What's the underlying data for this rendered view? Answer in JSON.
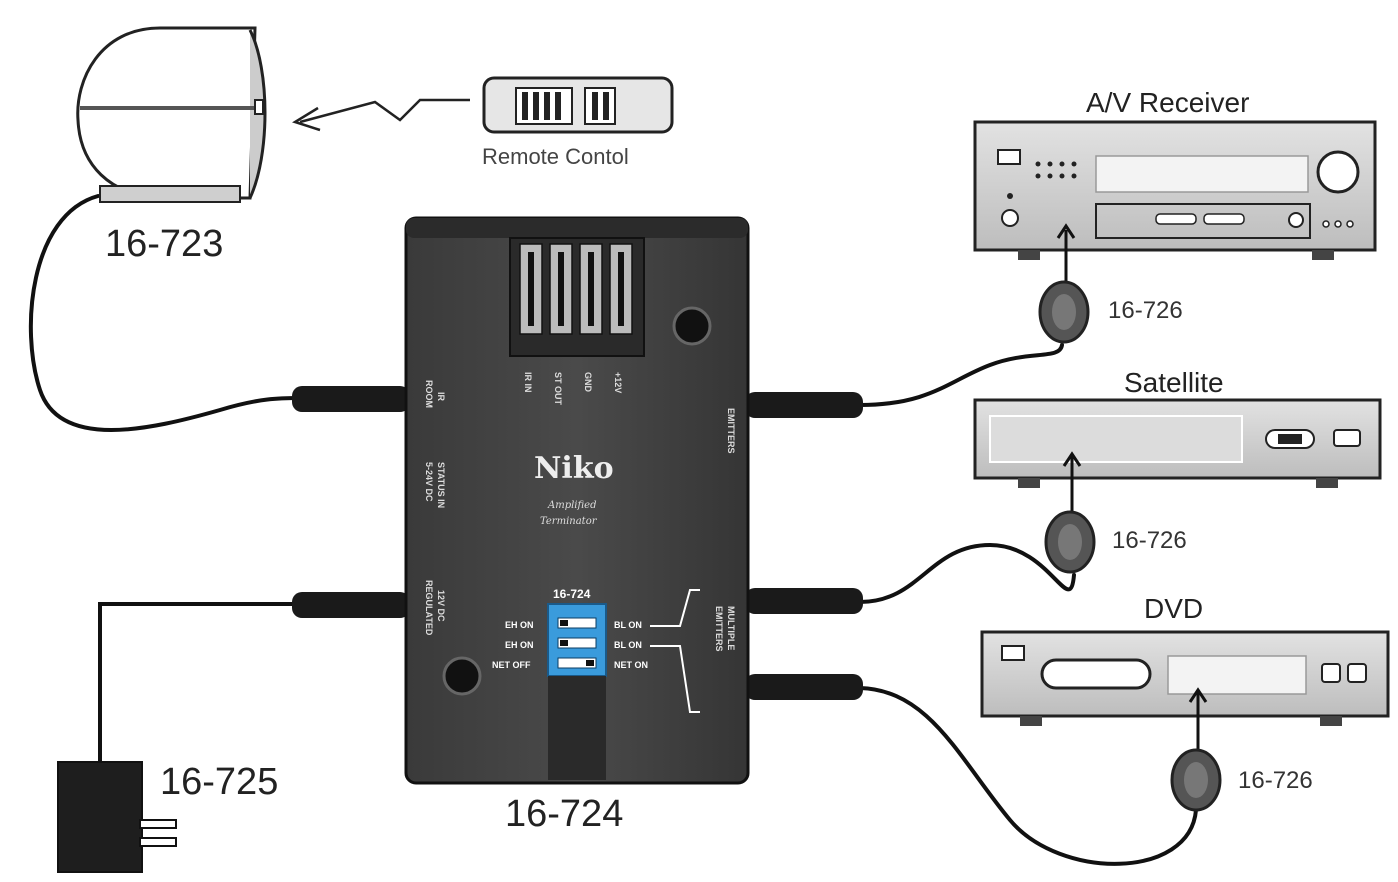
{
  "ir_receiver": {
    "part": "16-723"
  },
  "remote": {
    "label": "Remote Contol"
  },
  "hub": {
    "part": "16-724",
    "brand": "Niko",
    "subtitle_line1": "Amplified",
    "subtitle_line2": "Terminator",
    "terminal_labels": [
      "IR IN",
      "ST OUT",
      "GND",
      "+12V"
    ],
    "port_ir_label": [
      "IR",
      "ROOM"
    ],
    "port_status_label": [
      "STATUS IN",
      "5-24V DC"
    ],
    "port_power_label": [
      "12V DC",
      "REGULATED"
    ],
    "port_emitters_label": "EMITTERS",
    "port_multiple_label": [
      "MULTIPLE",
      "EMITTERS"
    ],
    "switch_title": "16-724",
    "switch_left": [
      "EH ON",
      "EH ON",
      "NET OFF"
    ],
    "switch_right": [
      "BL ON",
      "BL ON",
      "NET ON"
    ]
  },
  "power_supply": {
    "part": "16-725"
  },
  "devices": [
    {
      "name": "A/V Receiver",
      "emitter": "16-726"
    },
    {
      "name": "Satellite",
      "emitter": "16-726"
    },
    {
      "name": "DVD",
      "emitter": "16-726"
    }
  ]
}
